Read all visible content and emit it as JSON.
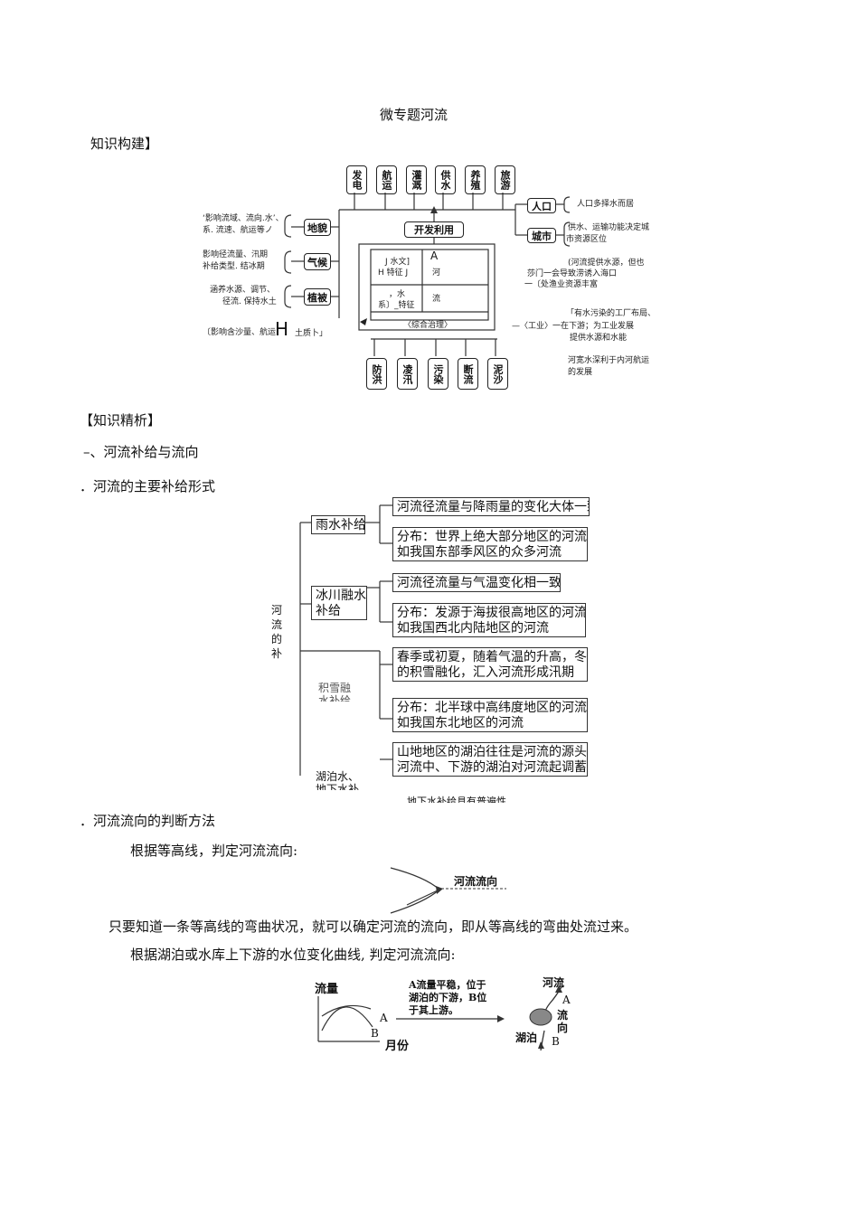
{
  "title": "微专题河流",
  "section_knowledge_build": "知识构建】",
  "diagram1": {
    "top_uses": [
      "发电",
      "航运",
      "灌溉",
      "供水",
      "养殖",
      "旅游"
    ],
    "dev_use": "开发利用",
    "left_factors": [
      "地貌",
      "气候",
      "植被"
    ],
    "left_notes": {
      "terrain": [
        "‘影响流域、流向.水’、",
        "系. 流速、航运等ノ"
      ],
      "climate": [
        "影响径流量、汛期",
        "补给类型. 结冰期"
      ],
      "vegetation": [
        "涵养水源、调节、",
        "径流. 保持水土"
      ],
      "bottom": "〔影响含沙量、航运",
      "bottom_glyph": "H",
      "bottom_tail": "土质卜」"
    },
    "center": {
      "a_label": "A",
      "hydro_a": "J 水文]",
      "hydro_b": "H 特征 J",
      "river_1": "河",
      "water_sys_a": "，水",
      "water_sys_b": "系〕_特征",
      "river_2": "流",
      "integrated": "〈综合治理〉"
    },
    "right_nodes": [
      "人口",
      "城市"
    ],
    "right_notes": {
      "population": "人口多择水而居",
      "city_a": "供水、运输功能决定城",
      "city_b": "市资源区位",
      "river_provide_a": "(河流提供水源，但也",
      "river_provide_b": "莎门一会导致涝诱入海口",
      "river_provide_c": "一〔处渔业资源丰富",
      "industry_a": "「有水污染的工厂布局、",
      "industry_b": "—〈工业〉一在下游；为工业发展",
      "industry_c": "提供水源和水能",
      "shipping_a": "河宽水深利于内河航运",
      "shipping_b": "的发展"
    },
    "bottom_issues": [
      "防洪",
      "凌汛",
      "污染",
      "断流",
      "泥沙"
    ]
  },
  "section_analysis": "【知识精析】",
  "heading1": "–、河流补给与流向",
  "heading1_1": "．河流的主要补给形式",
  "diagram2": {
    "side_label": [
      "河",
      "流",
      "的",
      "补"
    ],
    "rain": "雨水补给",
    "rain_boxes": [
      "河流径流量与降雨量的变化大体一致",
      "分布：世界上绝大部分地区的河流，",
      "如我国东部季风区的众多河流"
    ],
    "glacier_a": "冰川融水",
    "glacier_b": "补给",
    "glacier_boxes": [
      "河流径流量与气温变化相一致",
      "分布：发源于海拔很高地区的河流，",
      "如我国西北内陆地区的河流"
    ],
    "snow_a": "积雪融",
    "snow_b": "水补给",
    "snow_boxes": [
      "春季或初夏，随着气温的升高，冬季",
      "的积雪融化，汇入河流形成汛期",
      "分布：北半球中高纬度地区的河流，",
      "如我国东北地区的河流"
    ],
    "lake_a": "湖泊水、",
    "lake_b": "地下水补",
    "lake_boxes": [
      "山地地区的湖泊往往是河流的源头，",
      "河流中、下游的湖泊对河流起调蓄作用"
    ],
    "groundwater": "地下水补给具有普遍性"
  },
  "heading1_2": "．河流流向的判断方法",
  "contour_intro": "根据等高线，判定河流流向:",
  "contour_label": "河流流向",
  "contour_rule": "只要知道一条等高线的弯曲状况，就可以确定河流的流向，即从等高线的弯曲处流过来。",
  "lake_intro": "根据湖泊或水库上下游的水位变化曲线, 判定河流流向:",
  "fig3": {
    "y_label": "流量",
    "x_label": "月份",
    "curve_a": "A",
    "curve_b": "B",
    "arrow_text": [
      "A流量平稳，位于",
      "湖泊的下游，B位",
      "于其上游。"
    ],
    "river": "河流",
    "flow_dir": [
      "流",
      "向"
    ],
    "lake": "湖泊",
    "point_a": "A",
    "point_b": "B"
  }
}
